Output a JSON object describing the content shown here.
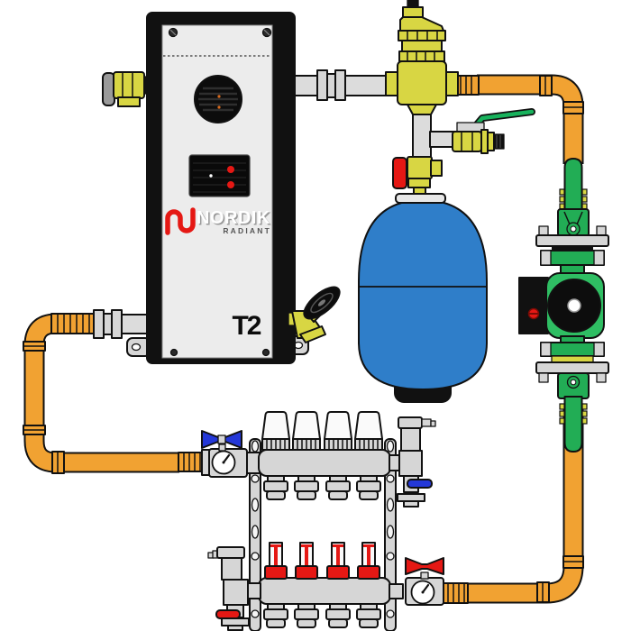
{
  "brand": {
    "logo_text": "NORDIK",
    "logo_subtext": "RADIANT",
    "model_badge": "T2"
  },
  "colors": {
    "pipe-orange": "#F1A232",
    "brass-yellow": "#D8D643",
    "pump-green": "#2FBE63",
    "valve-green": "#22AD55",
    "tank-blue": "#2F7EC9",
    "handle-blue": "#2438D8",
    "handle-green": "#18B25C",
    "accent-red": "#E51814",
    "steel-gray": "#DCDCDC",
    "fitting-silver": "#D6D6D6",
    "panel-gray": "#ECECEC",
    "outline-black": "#111111",
    "background": "#FFFFFF"
  }
}
